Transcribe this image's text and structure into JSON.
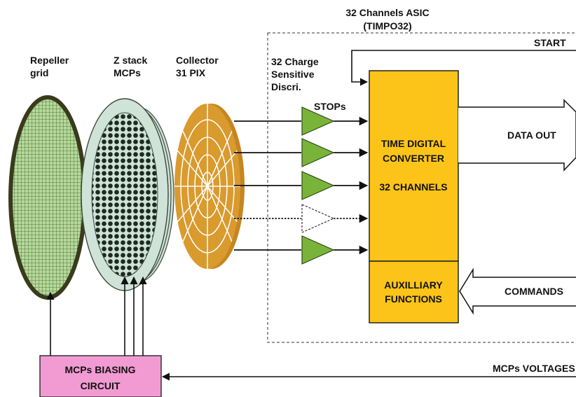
{
  "asic": {
    "title_line1": "32 Channels ASIC",
    "title_line2": "(TIMPO32)"
  },
  "components": {
    "repeller": {
      "line1": "Repeller",
      "line2": "grid"
    },
    "mcp": {
      "line1": "Z stack",
      "line2": "MCPs"
    },
    "collector": {
      "line1": "Collector",
      "line2": "31 PIX"
    },
    "discri": {
      "line1": "32 Charge",
      "line2": "Sensitive",
      "line3": "Discri."
    }
  },
  "stops_label": "STOPs",
  "tdc": {
    "line1": "TIME DIGITAL",
    "line2": "CONVERTER",
    "line3": "32 CHANNELS"
  },
  "aux": {
    "line1": "AUXILLIARY",
    "line2": "FUNCTIONS"
  },
  "signals": {
    "start": "START",
    "data_out": "DATA OUT",
    "commands": "COMMANDS",
    "mcp_voltages": "MCPs VOLTAGES"
  },
  "bias": {
    "line1": "MCPs BIASING",
    "line2": "CIRCUIT"
  },
  "colors": {
    "tdc_fill": "#fcc419",
    "collector_fill": "#d99a2e",
    "mcp_fill": "#cfe3d8",
    "repeller_fill": "#b5d99a",
    "repeller_stroke": "#3a3a1c",
    "triangle_fill": "#7ab33a",
    "bias_fill": "#f29bd3"
  }
}
